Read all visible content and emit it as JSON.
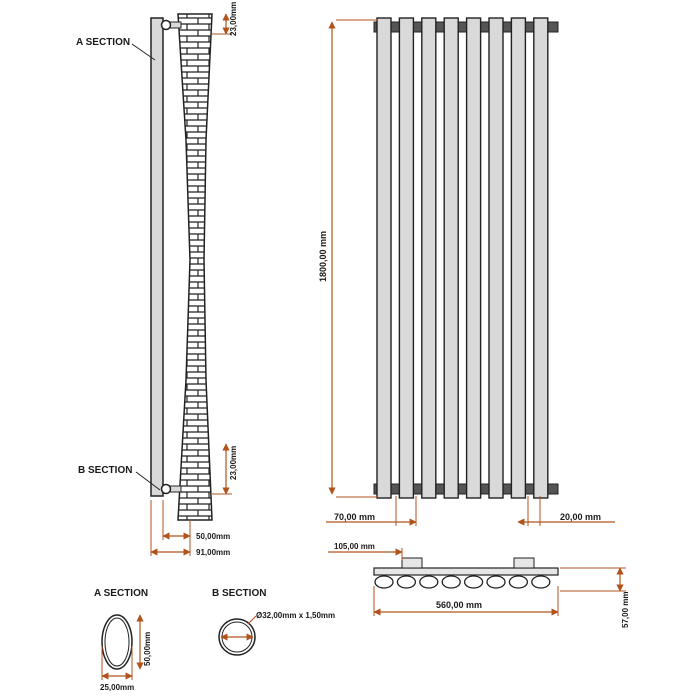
{
  "labels": {
    "a_section_side": "A SECTION",
    "b_section_side": "B SECTION",
    "a_section_detail": "A SECTION",
    "b_section_detail": "B SECTION"
  },
  "dimensions": {
    "height": "1800,00 mm",
    "width": "560,00 mm",
    "column_spacing": "70,00 mm",
    "column_gap": "20,00 mm",
    "top_bracket": "23,00mm",
    "bottom_bracket": "23,00mm",
    "wall_gap": "50,00mm",
    "total_depth": "91,00mm",
    "bracket_offset": "105,00 mm",
    "depth": "57,00 mm",
    "oval_height": "50,00mm",
    "oval_width": "25,00mm",
    "pipe": "Ø32,00mm x 1,50mm"
  },
  "colors": {
    "dimension_line": "#b2531d",
    "outline": "#1a1a1a",
    "column_fill": "#d9d9d9"
  }
}
